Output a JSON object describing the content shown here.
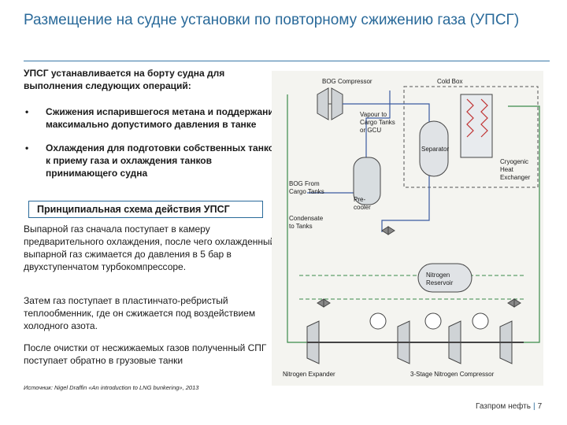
{
  "title": "Размещение на судне установки по повторному сжижению газа (УПСГ)",
  "intro": "УПСГ устанавливается на борту судна для выполнения следующих операций:",
  "bullets": [
    {
      "marker": "•",
      "text": "Сжижения испарившегося метана и поддержания максимально допустимого давления в танке"
    },
    {
      "marker": "•",
      "text": "Охлаждения для подготовки собственных танков к приему газа и охлаждения танков принимающего судна"
    }
  ],
  "scheme_title": "Принципиальная схема действия УПСГ",
  "paragraphs": [
    "Выпарной газ сначала поступает в камеру предварительного охлаждения, после чего охлажденный выпарной газ сжимается до давления в 5 бар в двухступенчатом турбокомпрессоре.",
    "Затем газ поступает в пластинчато-ребристый теплообменник, где он сжижается под воздействием холодного азота.",
    "После очистки от несжижаемых газов полученный СПГ поступает обратно в грузовые танки"
  ],
  "source": "Источник: Nigel Draffin «An introduction to LNG bunkering», 2013",
  "footer": {
    "company": "Газпром нефть",
    "separator": "|",
    "page": "7"
  },
  "diagram": {
    "labels": {
      "bog_compressor": "BOG Compressor",
      "cold_box": "Cold Box",
      "vapour_1": "Vapour to",
      "vapour_2": "Cargo Tanks",
      "vapour_3": "or GCU",
      "separator": "Separator",
      "cryogenic_1": "Cryogenic",
      "cryogenic_2": "Heat",
      "cryogenic_3": "Exchanger",
      "bog_from_1": "BOG From",
      "bog_from_2": "Cargo Tanks",
      "precooler_1": "Pre-",
      "precooler_2": "cooler",
      "condensate_1": "Condensate",
      "condensate_2": "to Tanks",
      "nitrogen_1": "Nitrogen",
      "nitrogen_2": "Reservoir",
      "nitrogen_expander": "Nitrogen Expander",
      "stage_compressor": "3-Stage Nitrogen Compressor"
    }
  }
}
